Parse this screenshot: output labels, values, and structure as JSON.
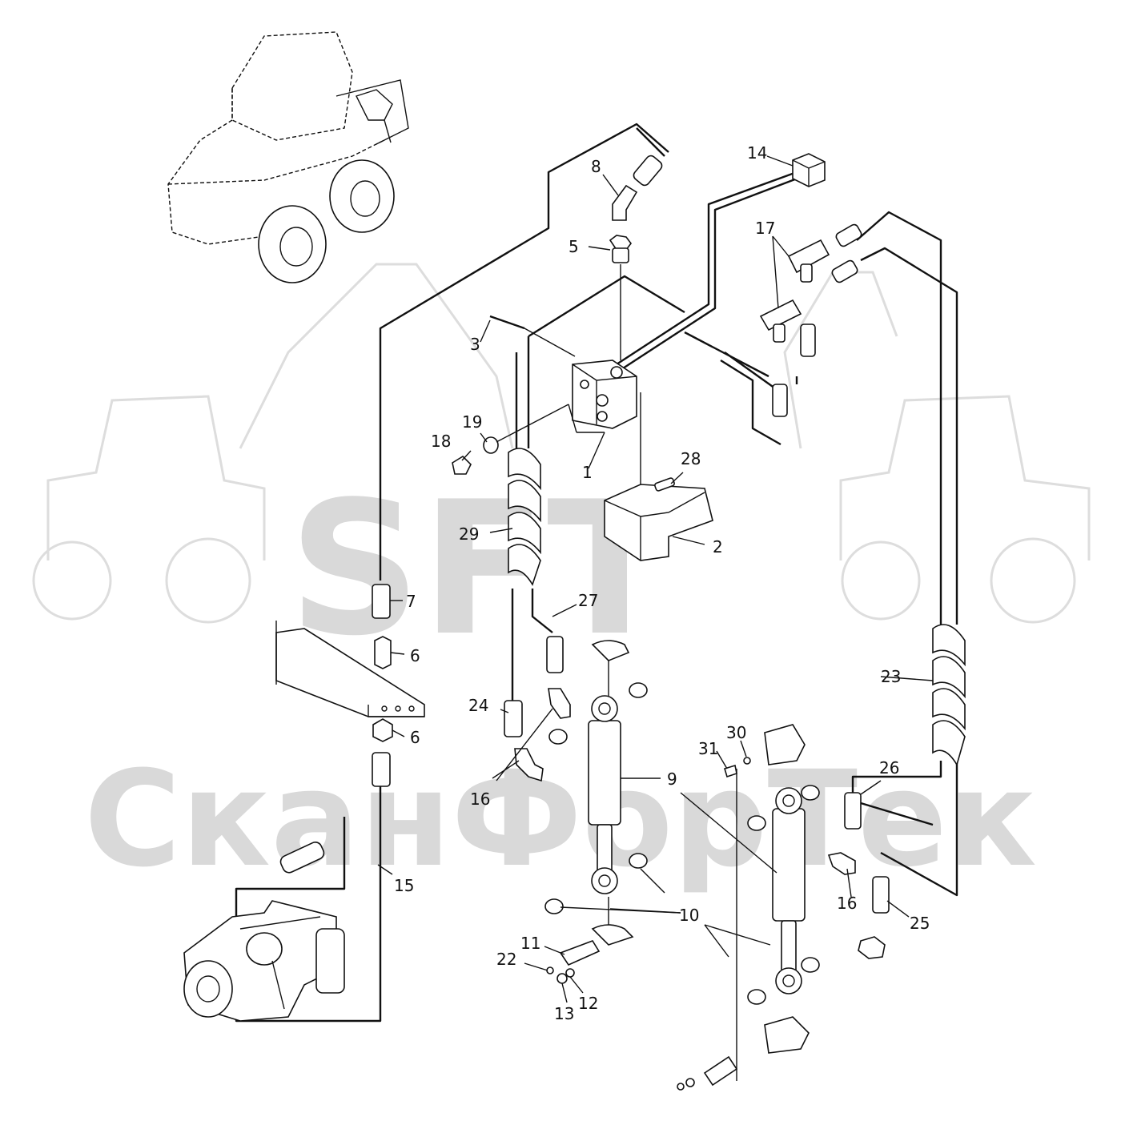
{
  "watermark": {
    "logo_text": "SFT",
    "company_text": "СканФорТек"
  },
  "callouts": [
    {
      "id": "1",
      "text": "1"
    },
    {
      "id": "2",
      "text": "2"
    },
    {
      "id": "3",
      "text": "3"
    },
    {
      "id": "5",
      "text": "5"
    },
    {
      "id": "6a",
      "text": "6"
    },
    {
      "id": "6b",
      "text": "6"
    },
    {
      "id": "7",
      "text": "7"
    },
    {
      "id": "8",
      "text": "8"
    },
    {
      "id": "9",
      "text": "9"
    },
    {
      "id": "10",
      "text": "10"
    },
    {
      "id": "11",
      "text": "11"
    },
    {
      "id": "12",
      "text": "12"
    },
    {
      "id": "13",
      "text": "13"
    },
    {
      "id": "14",
      "text": "14"
    },
    {
      "id": "15",
      "text": "15"
    },
    {
      "id": "16a",
      "text": "16"
    },
    {
      "id": "16b",
      "text": "16"
    },
    {
      "id": "17",
      "text": "17"
    },
    {
      "id": "18",
      "text": "18"
    },
    {
      "id": "19",
      "text": "19"
    },
    {
      "id": "22",
      "text": "22"
    },
    {
      "id": "23",
      "text": "23"
    },
    {
      "id": "24",
      "text": "24"
    },
    {
      "id": "25",
      "text": "25"
    },
    {
      "id": "26",
      "text": "26"
    },
    {
      "id": "27",
      "text": "27"
    },
    {
      "id": "28",
      "text": "28"
    },
    {
      "id": "29",
      "text": "29"
    },
    {
      "id": "30",
      "text": "30"
    },
    {
      "id": "31",
      "text": "31"
    }
  ]
}
